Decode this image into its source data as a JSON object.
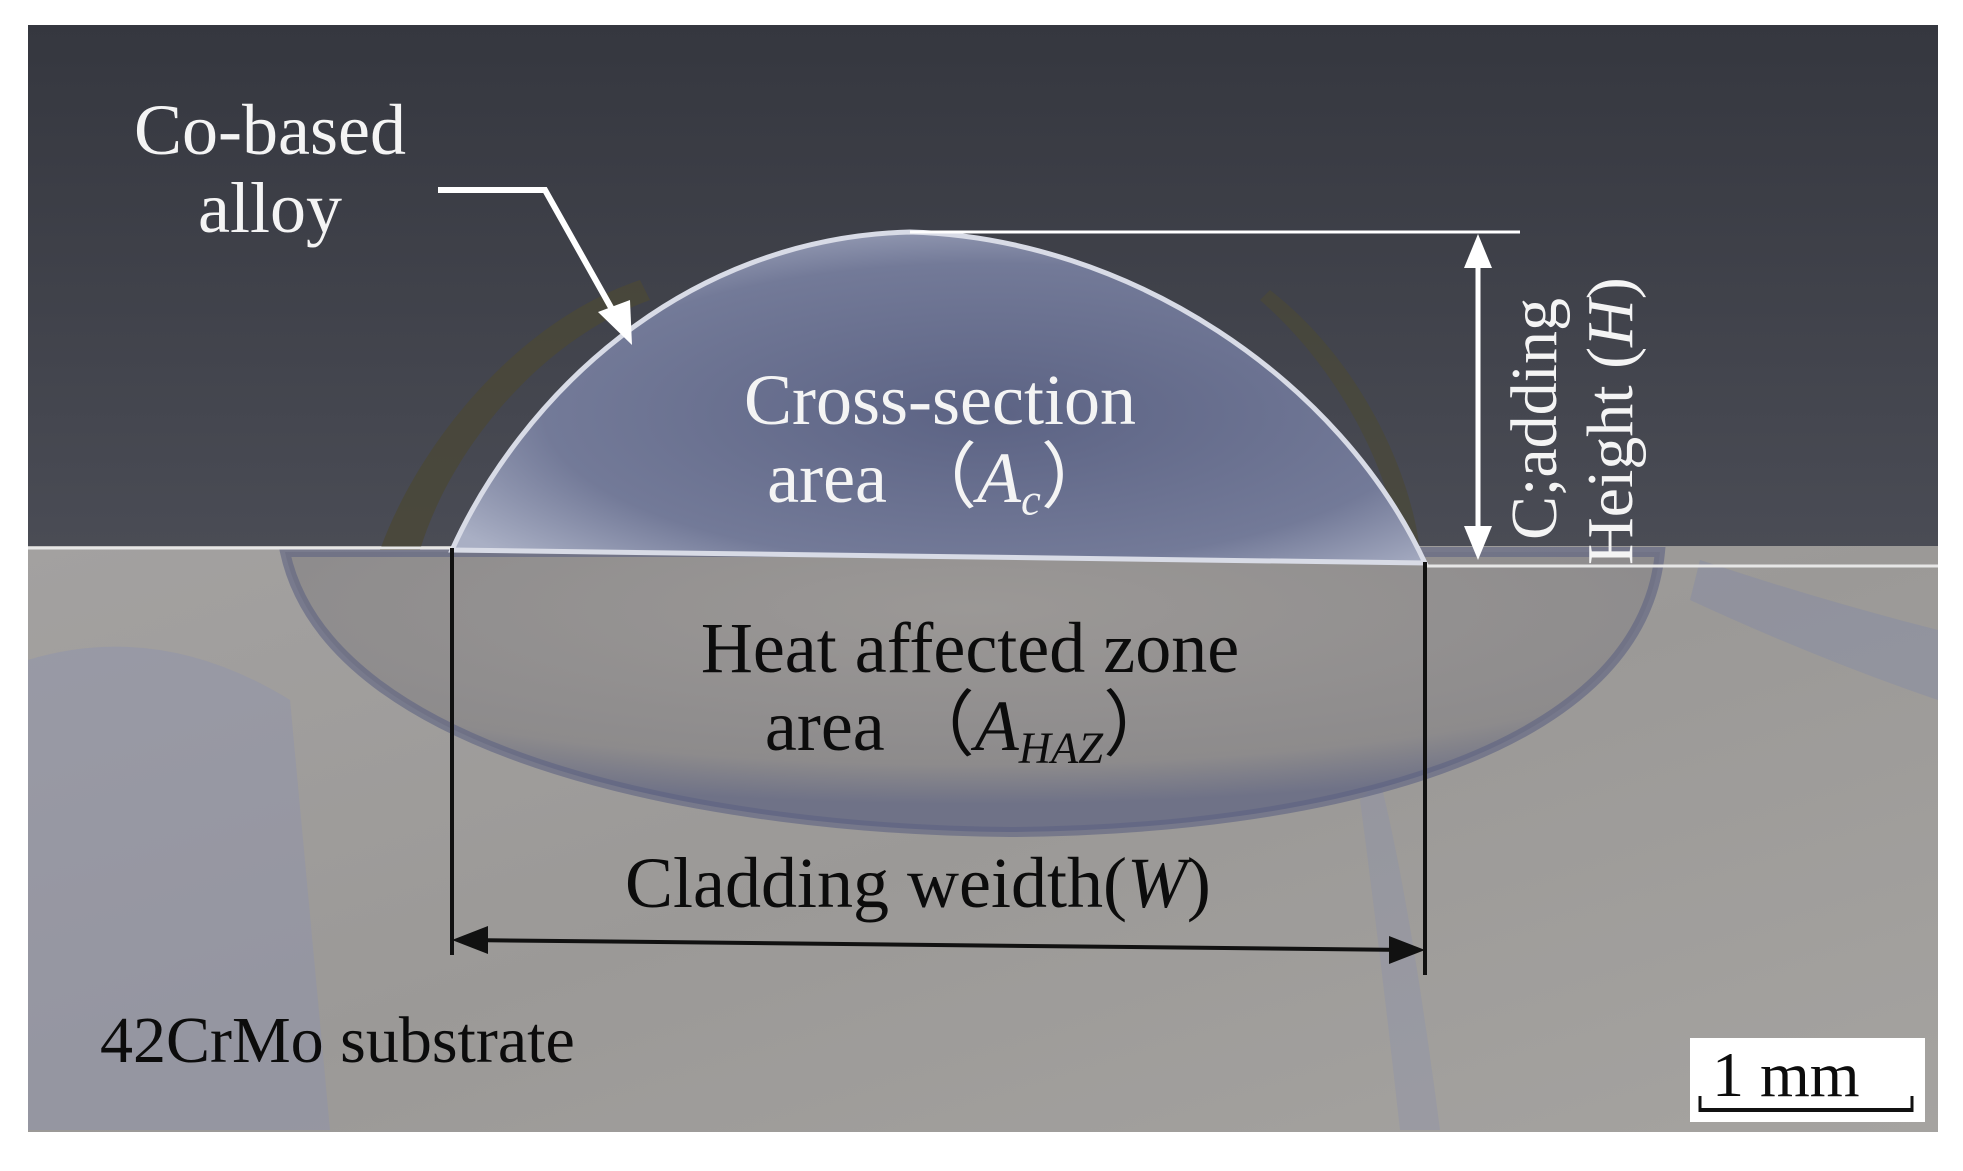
{
  "labels": {
    "coating_line1": "Co-based",
    "coating_line2": "alloy",
    "cross_section_line1": "Cross-section",
    "cross_section_prefix": "area",
    "cross_section_symbol": "A",
    "cross_section_sub": "c",
    "height_line1": "C;adding",
    "height_line2_prefix": "Height (",
    "height_symbol": "H",
    "height_line2_suffix": ")",
    "haz_line1": "Heat affected zone",
    "haz_prefix": "area",
    "haz_symbol": "A",
    "haz_sub": "HAZ",
    "width_prefix": "Cladding weidth(",
    "width_symbol": "W",
    "width_suffix": ")",
    "substrate": "42CrMo substrate",
    "scale_bar": "1 mm"
  },
  "colors": {
    "background_dark": "#3c3e47",
    "bead": "#687090",
    "substrate": "#9a9896",
    "haz": "#8c8a8a",
    "label_light": "#f4f4f4",
    "label_dark": "#0c0c0c"
  }
}
